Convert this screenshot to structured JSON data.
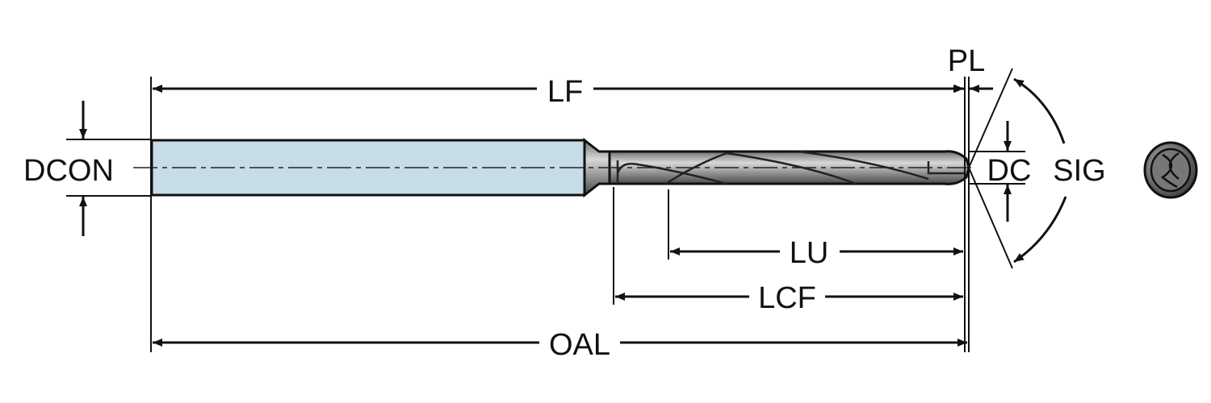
{
  "labels": {
    "dcon": "DCON",
    "lf": "LF",
    "pl": "PL",
    "dc": "DC",
    "sig": "SIG",
    "lu": "LU",
    "lcf": "LCF",
    "oal": "OAL"
  },
  "colors": {
    "shank": "#c6dce7",
    "body": "#9a9a9a",
    "line": "#111111"
  }
}
